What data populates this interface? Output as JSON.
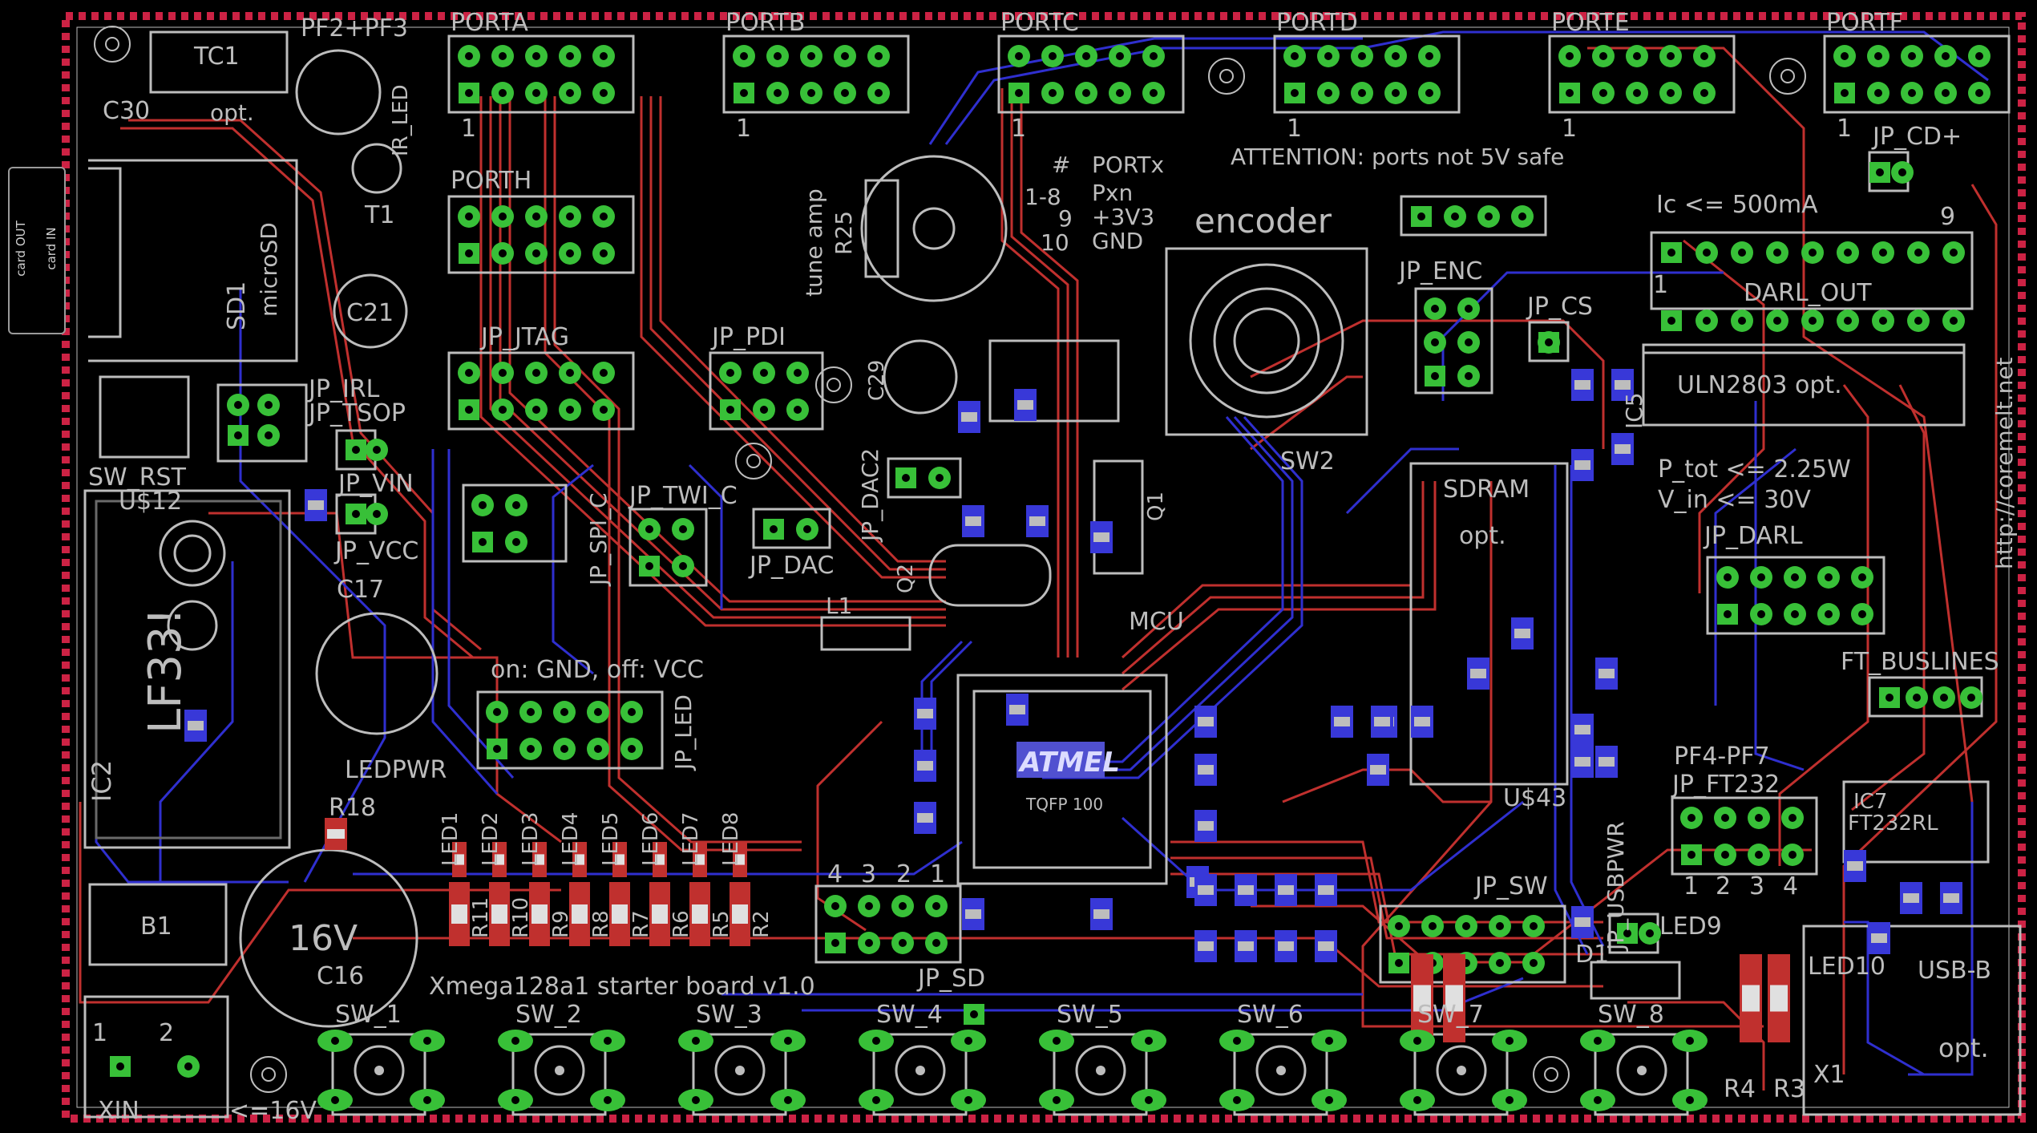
{
  "board": {
    "title": "Xmega128a1 starter board v1.0",
    "url": "http://coremelt.net",
    "attention": "ATTENTION: ports not 5V safe",
    "ports": [
      "PORTA",
      "PORTB",
      "PORTC",
      "PORTD",
      "PORTE",
      "PORTF",
      "PORTH"
    ],
    "pin_table": {
      "h1": "#",
      "h2": "PORTx",
      "r1a": "1-8",
      "r1b": "Pxn",
      "r2a": "9",
      "r2b": "+3V3",
      "r3a": "10",
      "r3b": "GND"
    },
    "onoff": "on: GND, off: VCC",
    "ic_limit": "Ic <= 500mA",
    "ptot": "P_tot <= 2.25W",
    "vin": "V_in <= 30V",
    "vin_max": "<=16V",
    "encoder": "encoder",
    "tune_amp": "tune amp",
    "sdram": "SDRAM",
    "opt": "opt.",
    "uln": "ULN2803 opt.",
    "ft232": "FT232RL",
    "atmel": "ATMEL",
    "tqfp": "TQFP 100",
    "micro_sd": "microSD",
    "lf33": "LF33!",
    "usb_b": "USB-B",
    "cap_16v": "16V",
    "pf23": "PF2+PF3",
    "pf47": "PF4-PF7",
    "n1": "1",
    "n2": "2",
    "n3": "3",
    "n4": "4",
    "n9": "9"
  },
  "sd_tab": {
    "card_out": "card OUT",
    "card_in": "card IN"
  },
  "labels": {
    "jp_jtag": "JP_JTAG",
    "jp_pdi": "JP_PDI",
    "jp_spi_c": "JP_SPI_C",
    "jp_twi_c": "JP_TWI_C",
    "jp_dac": "JP_DAC",
    "jp_dac2": "JP_DAC2",
    "jp_enc": "JP_ENC",
    "jp_cs": "JP_CS",
    "jp_cd": "JP_CD+",
    "darl_out": "DARL_OUT",
    "jp_darl": "JP_DARL",
    "ft_buslines": "FT_BUSLINES",
    "jp_ft232": "JP_FT232",
    "jp_usbpwr": "JP_USBPWR",
    "jp_sw": "JP_SW",
    "jp_sd": "JP_SD",
    "jp_led": "JP_LED",
    "jp_irl": "JP_IRL",
    "jp_tsop": "JP_TSOP",
    "jp_vin": "JP_VIN",
    "jp_vcc": "JP_VCC",
    "sw_rst": "SW_RST",
    "sw2": "SW2",
    "mcu": "MCU",
    "ledpwr": "LEDPWR",
    "led9": "LED9",
    "led10": "LED10",
    "tc1": "TC1",
    "ir_led": "IR_LED",
    "t1": "T1",
    "sd1": "SD1",
    "ic2": "IC2",
    "ic5": "IC5",
    "ic7": "IC7",
    "q1": "Q1",
    "q2": "Q2",
    "l1": "L1",
    "d1": "D1",
    "b1": "B1",
    "x1": "X1",
    "xin": "XIN",
    "r3": "R3",
    "r4": "R4",
    "r18": "R18",
    "r25": "R25",
    "u12": "U$12",
    "u43": "U$43",
    "c16": "C16",
    "c17": "C17",
    "c21": "C21",
    "c29": "C29",
    "c30": "C30"
  },
  "leds": [
    "LED1",
    "LED2",
    "LED3",
    "LED4",
    "LED5",
    "LED6",
    "LED7",
    "LED8"
  ],
  "led_resistors": [
    "R11",
    "R10",
    "R9",
    "R8",
    "R7",
    "R6",
    "R5",
    "R2"
  ],
  "switches": [
    "SW_1",
    "SW_2",
    "SW_3",
    "SW_4",
    "SW_5",
    "SW_6",
    "SW_7",
    "SW_8"
  ],
  "colors": {
    "background": "#000000",
    "top_copper": "#c0302e",
    "bottom_copper": "#2f2fcf",
    "pad": "#38c038",
    "silk": "#bdbdbd",
    "border": "#cc2244"
  }
}
